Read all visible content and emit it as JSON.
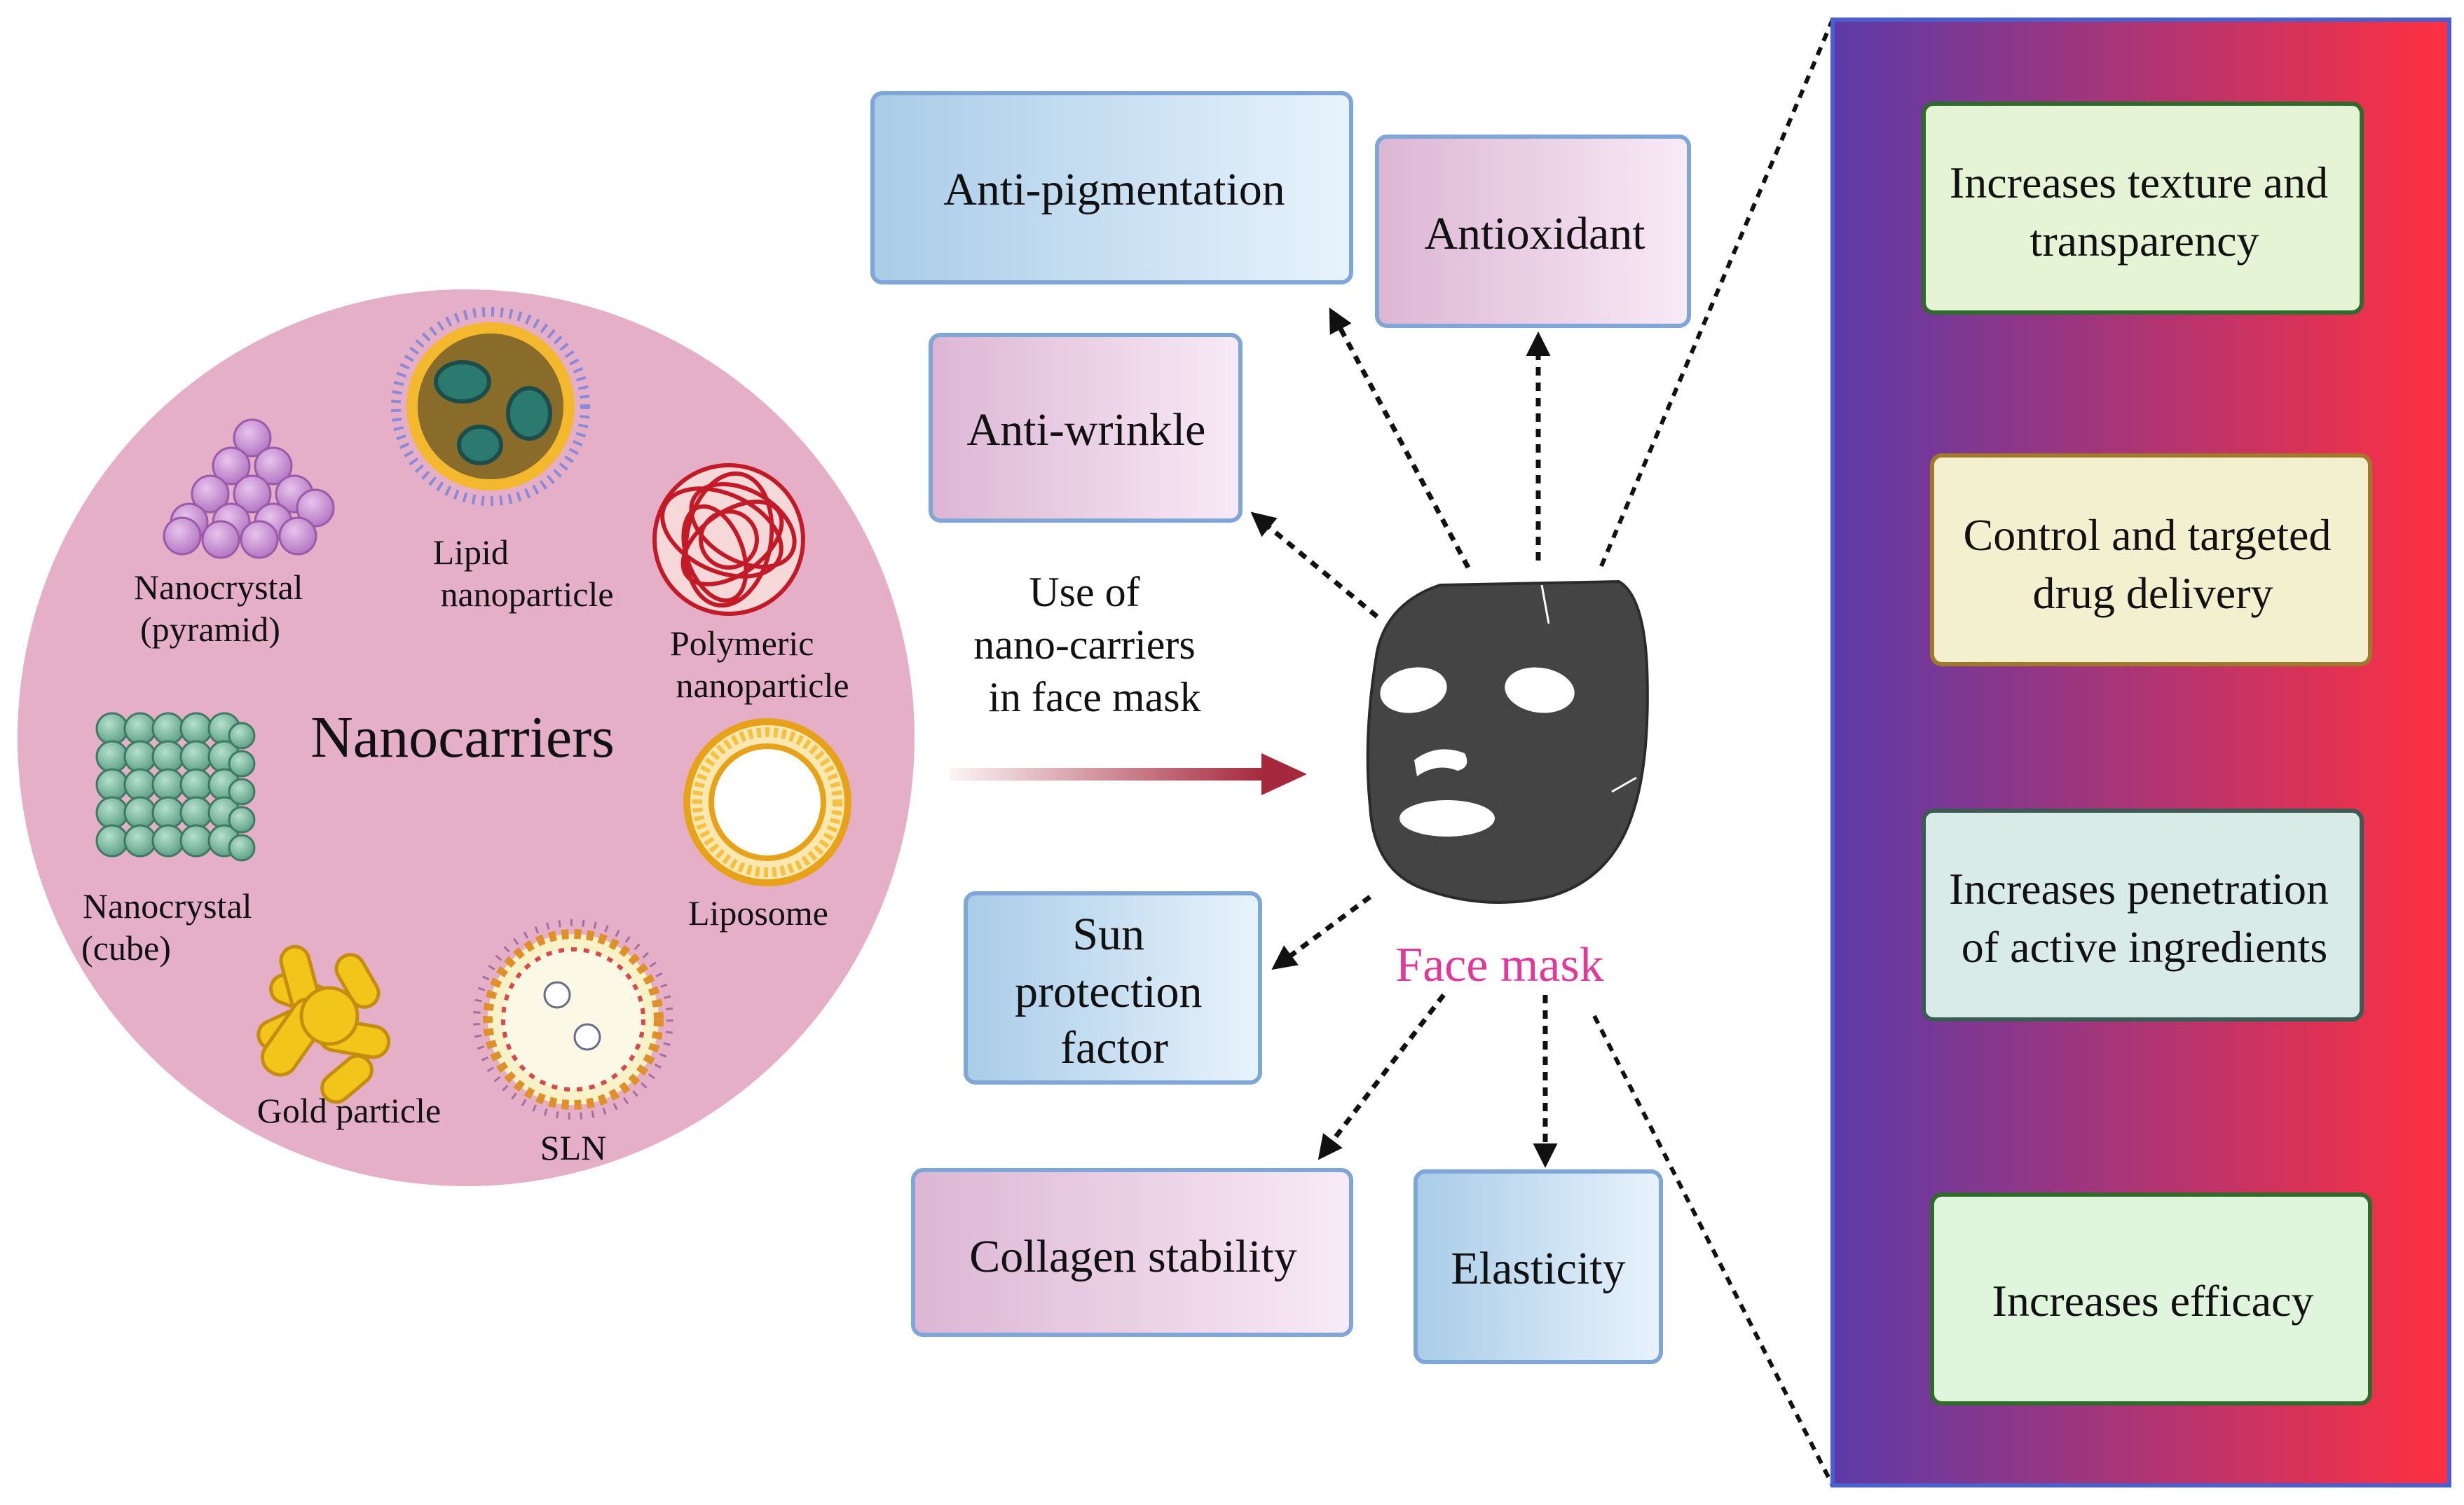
{
  "nanocarriers": {
    "title": "Nanocarriers",
    "items": [
      {
        "id": "nanocrystal-pyramid",
        "lines": [
          "Nanocrystal",
          "(pyramid)"
        ]
      },
      {
        "id": "lipid-nanoparticle",
        "lines": [
          "Lipid",
          "nanoparticle"
        ]
      },
      {
        "id": "polymeric-nanoparticle",
        "lines": [
          "Polymeric",
          "nanoparticle"
        ]
      },
      {
        "id": "nanocrystal-cube",
        "lines": [
          "Nanocrystal",
          "(cube)"
        ]
      },
      {
        "id": "liposome",
        "lines": [
          "Liposome"
        ]
      },
      {
        "id": "gold-particle",
        "lines": [
          "Gold particle"
        ]
      },
      {
        "id": "sln",
        "lines": [
          "SLN"
        ]
      }
    ]
  },
  "arrow_caption": [
    "Use of",
    "nano-carriers",
    "in face mask"
  ],
  "face_mask_label": "Face mask",
  "effects": [
    {
      "id": "anti-pigmentation",
      "lines": [
        "Anti-pigmentation"
      ],
      "tone": "blue"
    },
    {
      "id": "antioxidant",
      "lines": [
        "Antioxidant"
      ],
      "tone": "pink"
    },
    {
      "id": "anti-wrinkle",
      "lines": [
        "Anti-wrinkle"
      ],
      "tone": "pink"
    },
    {
      "id": "sun-protection-factor",
      "lines": [
        "Sun",
        "protection",
        "factor"
      ],
      "tone": "blue"
    },
    {
      "id": "collagen-stability",
      "lines": [
        "Collagen stability"
      ],
      "tone": "pink"
    },
    {
      "id": "elasticity",
      "lines": [
        "Elasticity"
      ],
      "tone": "blue"
    }
  ],
  "benefits": [
    {
      "id": "texture-transparency",
      "lines": [
        "Increases texture and",
        "transparency"
      ],
      "fill": "#e6f4d6",
      "border": "#2f6b2a"
    },
    {
      "id": "control-targeted-delivery",
      "lines": [
        "Control and targeted",
        "drug delivery"
      ],
      "fill": "#f3f0d0",
      "border": "#a07a2a"
    },
    {
      "id": "penetration-active-ingredients",
      "lines": [
        "Increases penetration",
        "of active ingredients"
      ],
      "fill": "#d9ebe6",
      "border": "#3d5a55"
    },
    {
      "id": "increases-efficacy",
      "lines": [
        "Increases efficacy"
      ],
      "fill": "#dff5dc",
      "border": "#2f6b2a"
    }
  ],
  "colors": {
    "circle": "#e6afc8",
    "face_mask_label": "#e0399a",
    "main_arrow": "#a5283d",
    "panel_left": "#5c3aa8",
    "panel_right": "#ff3040",
    "panel_border": "#4a5fd0",
    "box_blue_left": "#a9cce8",
    "box_blue_right": "#e8f3fc",
    "box_pink_left": "#dcb6d4",
    "box_pink_right": "#f8eaf6",
    "box_border": "#7fa6d6"
  }
}
